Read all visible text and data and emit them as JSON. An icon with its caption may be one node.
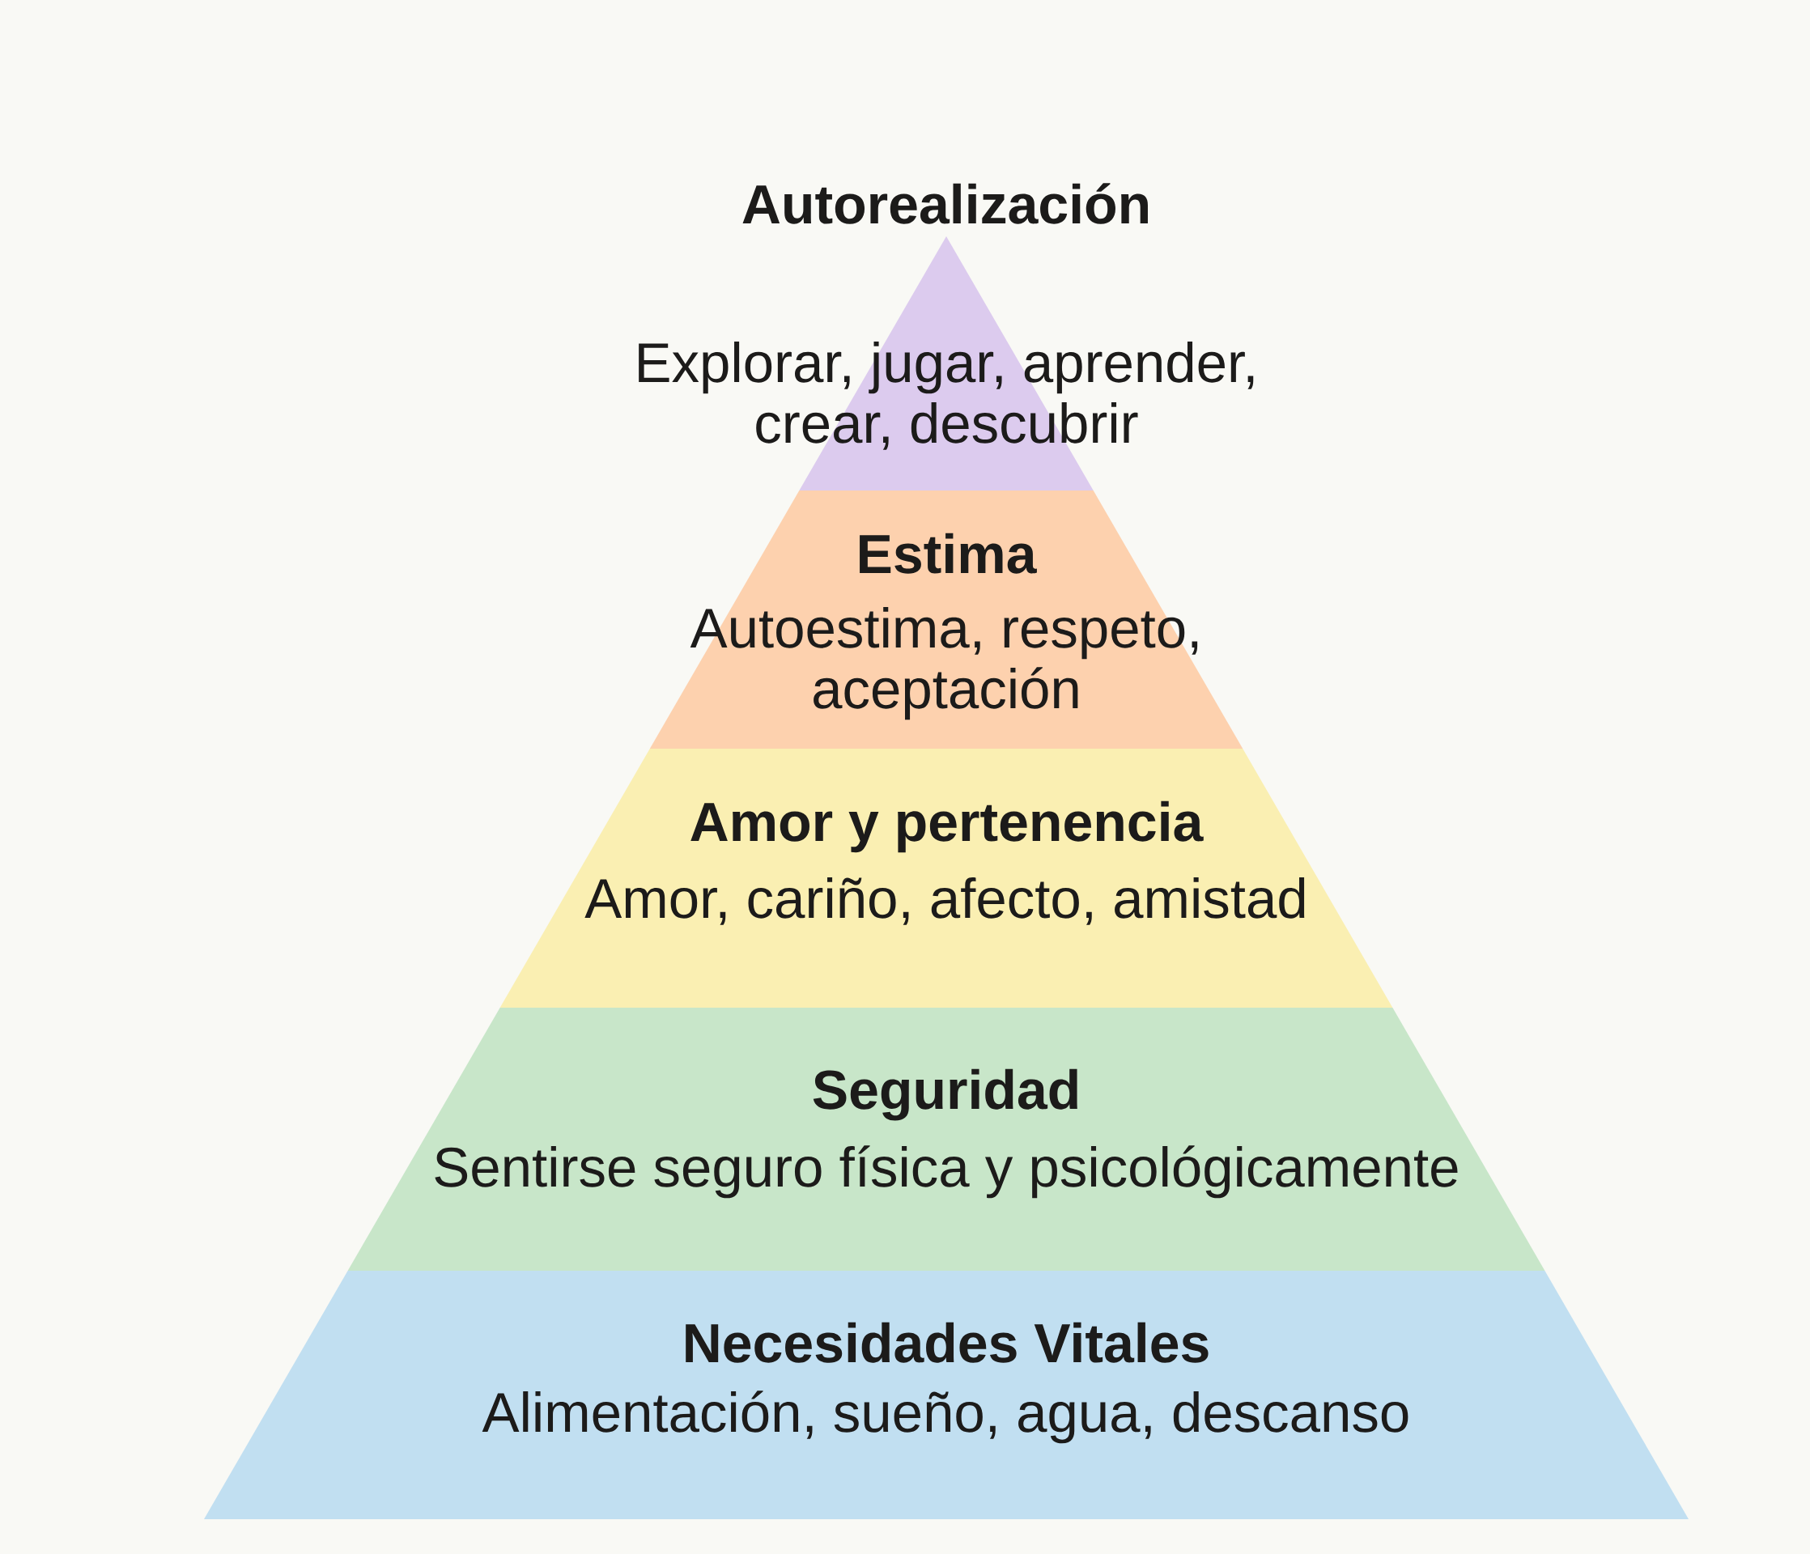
{
  "diagram": {
    "nodes": [
      {
        "text": [
          "Autorealización",
          "Explorar, jugar, aprender, crear, descubrir"
        ]
      },
      {
        "text": [
          "Estima",
          "Autoestima, respeto, aceptación"
        ]
      },
      {
        "text": [
          "Amor y pertenencia",
          "Amor, cariño, afecto, amistad"
        ]
      },
      {
        "text": [
          "Seguridad",
          "Sentirse seguro física y psicológicamente"
        ]
      },
      {
        "text": [
          "Necesidades Vitales",
          "Alimentación, sueño, agua, descanso"
        ]
      }
    ]
  }
}
